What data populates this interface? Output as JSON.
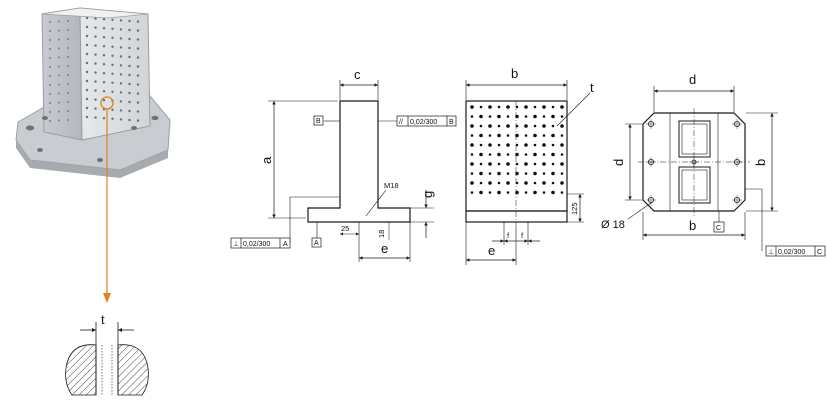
{
  "colors": {
    "line": "#1a1a1a",
    "leader": "#e2801e",
    "metal_light": "#d9dcdf",
    "metal_mid": "#b9bdc1",
    "metal_dark": "#9a9ea3"
  },
  "icons": [
    "leader-arrow",
    "section-hatch",
    "feature-control-frame",
    "datum-box"
  ],
  "detail": {
    "t": "t"
  },
  "side_view": {
    "c": "c",
    "a": "a",
    "g": "g",
    "e": "e",
    "m18": "M18",
    "n25": "25",
    "n18": "18",
    "datum_a": "A",
    "datum_b": "B",
    "perp_sym": "⊥",
    "perp_val": "0,02/300",
    "perp_ref": "A",
    "par_sym": "//",
    "par_val": "0,02/300",
    "par_ref": "B"
  },
  "front_view": {
    "b": "b",
    "t": "t",
    "e": "e",
    "f1": "f",
    "f2": "f",
    "n125": "125"
  },
  "top_view": {
    "d_top": "d",
    "d_left": "d",
    "b_right": "b",
    "b_bottom": "b",
    "dia": "Ø 18",
    "datum_c": "C",
    "frame_sym": "⊥",
    "frame_val": "0,02/300",
    "frame_ref": "C"
  }
}
